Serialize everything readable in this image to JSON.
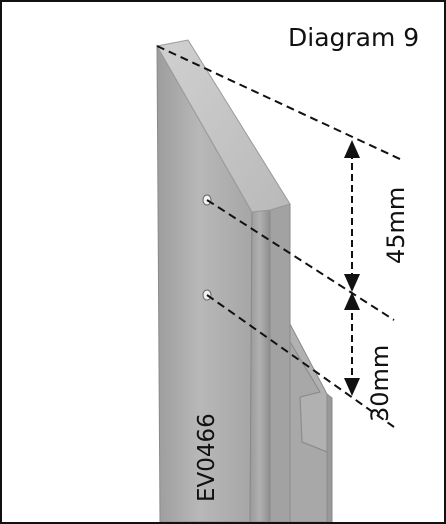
{
  "title": "Diagram 9",
  "part_code": "EV0466",
  "dimensions": [
    {
      "label": "45mm",
      "value": 45,
      "unit": "mm"
    },
    {
      "label": "30mm",
      "value": 30,
      "unit": "mm"
    }
  ],
  "colors": {
    "border": "#111111",
    "background": "#ffffff",
    "metal_face": "#b3b3b3",
    "metal_edge": "#8d8d8d",
    "metal_top": "#c9c9c9",
    "dash_line": "#111111"
  }
}
